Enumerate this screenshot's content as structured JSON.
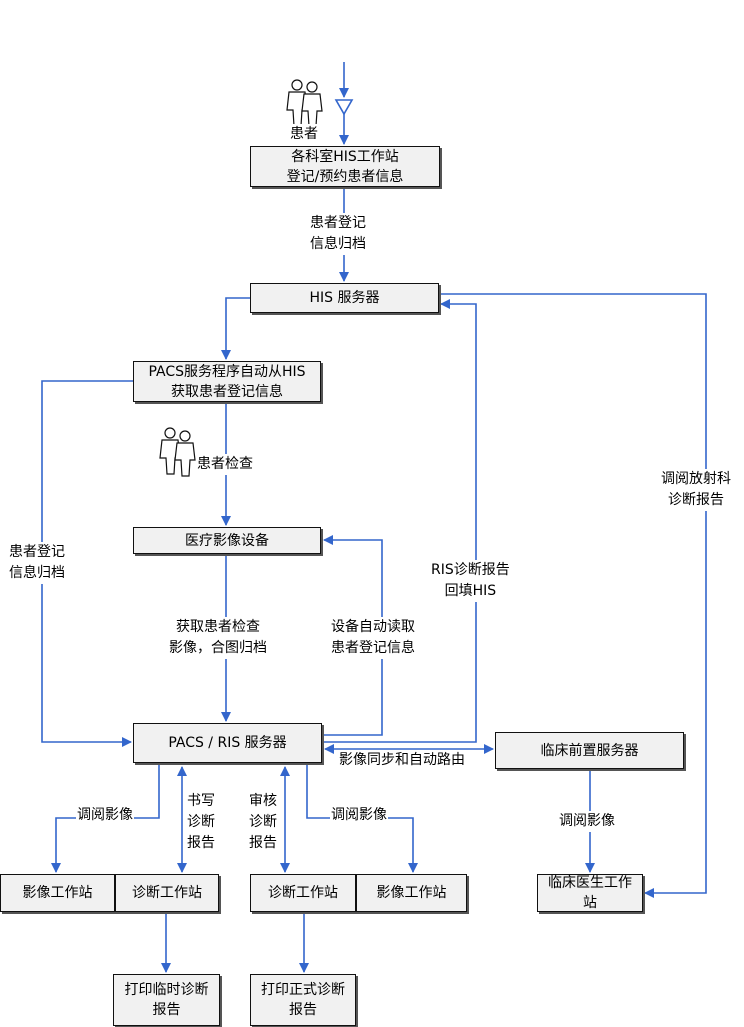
{
  "nodes": {
    "his_ws": "各科室HIS工作站\n登记/预约患者信息",
    "his_server": "HIS 服务器",
    "pacs_service": "PACS服务程序自动从HIS\n获取患者登记信息",
    "modality": "医疗影像设备",
    "pacs_ris": "PACS / RIS 服务器",
    "clinical_front": "临床前置服务器",
    "image_ws_left": "影像工作站",
    "diag_ws_left": "诊断工作站",
    "diag_ws_right": "诊断工作站",
    "image_ws_right": "影像工作站",
    "clinician_ws": "临床医生工作\n站",
    "print_temp": "打印临时诊断\n报告",
    "print_formal": "打印正式诊断\n报告"
  },
  "labels": {
    "patient_top": "患者",
    "reg_archive_top": "患者登记\n信息归档",
    "patient_exam": "患者检查",
    "reg_archive_left": "患者登记\n信息归档",
    "get_images": "获取患者检查\n影像，合图归档",
    "auto_read": "设备自动读取\n患者登记信息",
    "ris_report": "RIS诊断报告\n回填HIS",
    "view_radiology": "调阅放射科\n诊断报告",
    "sync_route": "影像同步和自动路由",
    "view_images_left": "调阅影像",
    "write_report": "书写\n诊断\n报告",
    "review_report": "审核\n诊断\n报告",
    "view_images_right": "调阅影像",
    "view_images_clinical": "调阅影像"
  },
  "colors": {
    "arrow": "#3366cc",
    "box_fill": "#f1f1f1",
    "border": "#111111"
  }
}
